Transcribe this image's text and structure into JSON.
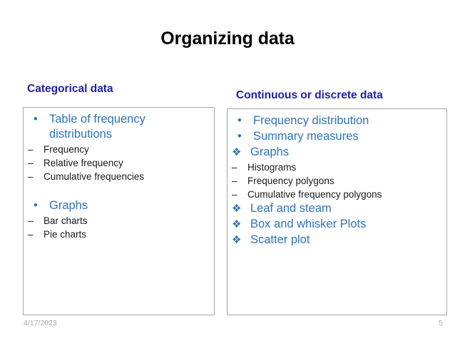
{
  "slide": {
    "title": "Organizing data",
    "background_color": "#ffffff",
    "title_color": "#000000",
    "header_color": "#1f1fa5",
    "bullet_color": "#2e74b5",
    "subbullet_color": "#1a1a1a",
    "box_border_color": "#a6a6a6",
    "footer_color": "#a6a6a6"
  },
  "columns": {
    "left": {
      "header": "Categorical data",
      "items": [
        {
          "bullet": "round-bullet",
          "glyph": "•",
          "label": "Table of frequency distributions",
          "children": [
            {
              "glyph": "–",
              "label": "Frequency"
            },
            {
              "glyph": "–",
              "label": "Relative frequency"
            },
            {
              "glyph": "–",
              "label": "Cumulative frequencies"
            }
          ]
        },
        {
          "bullet": "round-bullet",
          "glyph": "•",
          "label": "Graphs",
          "children": [
            {
              "glyph": "–",
              "label": "Bar charts"
            },
            {
              "glyph": "–",
              "label": "Pie charts"
            }
          ]
        }
      ]
    },
    "right": {
      "header": "Continuous or discrete data",
      "items": [
        {
          "bullet": "round-bullet",
          "glyph": "•",
          "label": "Frequency distribution",
          "children": []
        },
        {
          "bullet": "round-bullet",
          "glyph": "•",
          "label": "Summary measures",
          "children": []
        },
        {
          "bullet": "diamond-bullet",
          "glyph": "❖",
          "label": "Graphs",
          "children": [
            {
              "glyph": "–",
              "label": "Histograms"
            },
            {
              "glyph": "–",
              "label": "Frequency polygons"
            },
            {
              "glyph": "–",
              "label": "Cumulative frequency polygons"
            }
          ]
        },
        {
          "bullet": "diamond-bullet",
          "glyph": "❖",
          "label": "Leaf and steam",
          "children": []
        },
        {
          "bullet": "diamond-bullet",
          "glyph": "❖",
          "label": "Box  and whisker Plots",
          "children": []
        },
        {
          "bullet": "diamond-bullet",
          "glyph": "❖",
          "label": "Scatter plot",
          "children": []
        }
      ]
    }
  },
  "footer": {
    "date": "4/17/2023",
    "page_number": "5"
  }
}
